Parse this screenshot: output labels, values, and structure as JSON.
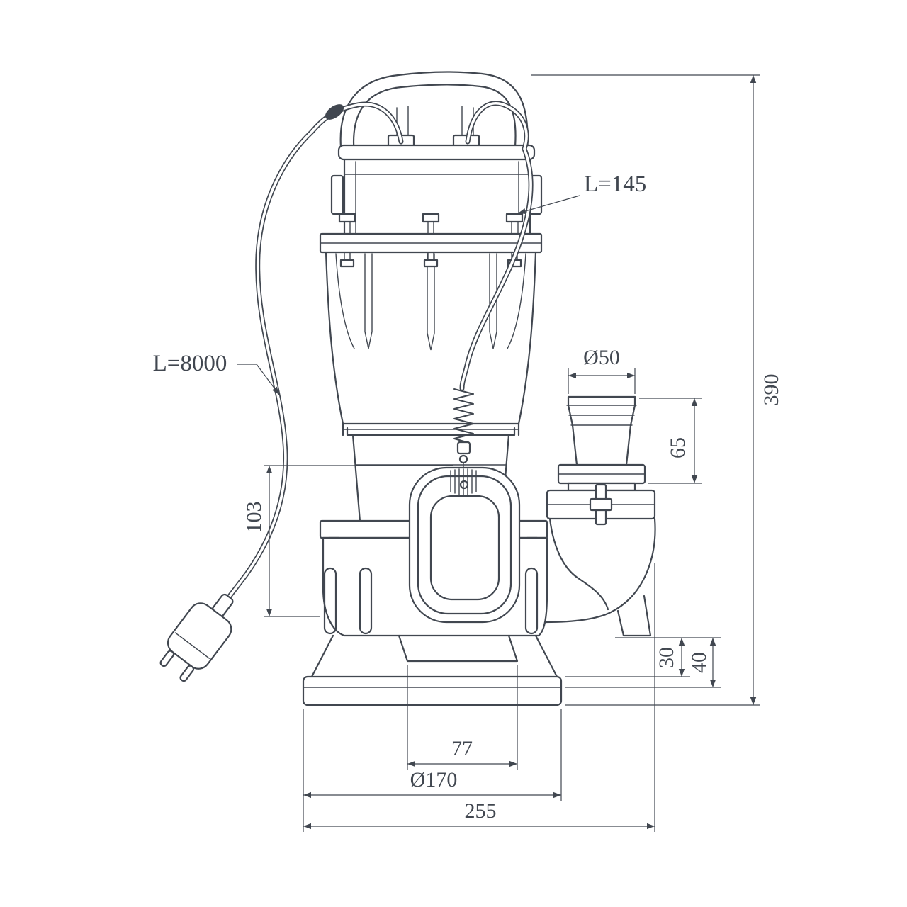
{
  "drawing": {
    "background_color": "#ffffff",
    "line_color": "#414750",
    "labels": {
      "float_cable_length": "L=145",
      "power_cord_length": "L=8000",
      "outlet_diameter": "Ø50",
      "outlet_connector_height": "65",
      "overall_height": "390",
      "float_section_height": "103",
      "outlet_bottom_offset": "30",
      "base_height": "40",
      "foot_spacing": "77",
      "body_diameter": "Ø170",
      "overall_width": "255"
    }
  }
}
